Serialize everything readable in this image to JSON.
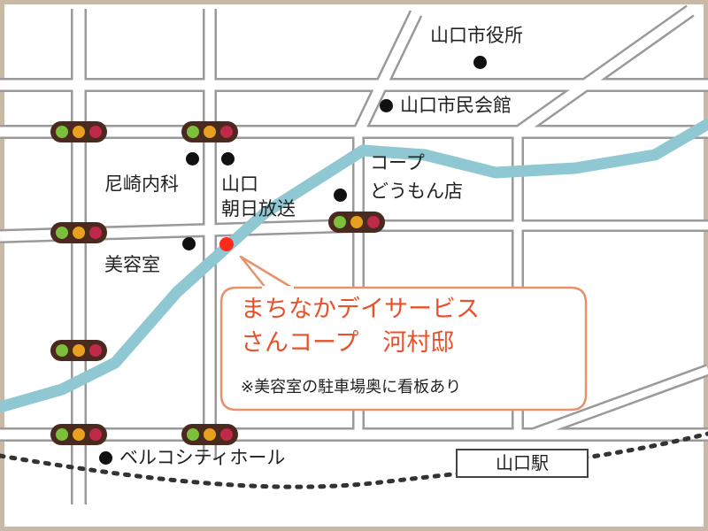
{
  "colors": {
    "frame": "#c8b9a6",
    "road_fill": "#ffffff",
    "road_edge": "#9a9a9a",
    "river": "#8fc8d2",
    "railway": "#333333",
    "callout_border": "#e8916a",
    "callout_text": "#e8512a",
    "marker": "#ff2a1a",
    "signal_body": "#4a2a1f",
    "signal_green": "#7cbf3a",
    "signal_yellow": "#e8a020",
    "signal_red": "#c0284a"
  },
  "landmarks": {
    "city_hall": "山口市役所",
    "civic_hall": "山口市民会館",
    "coop_store_line1": "コープ",
    "coop_store_line2": "どうもん店",
    "amasaki_clinic": "尼崎内科",
    "yamaguchi_asahi_line1": "山口",
    "yamaguchi_asahi_line2": "朝日放送",
    "beauty_salon": "美容室",
    "bell_city_hall": "ベルコシティホール",
    "station": "山口駅"
  },
  "callout": {
    "line1": "まちなかデイサービス",
    "line2": "さんコープ　河村邸",
    "note": "※美容室の駐車場奥に看板あり"
  }
}
